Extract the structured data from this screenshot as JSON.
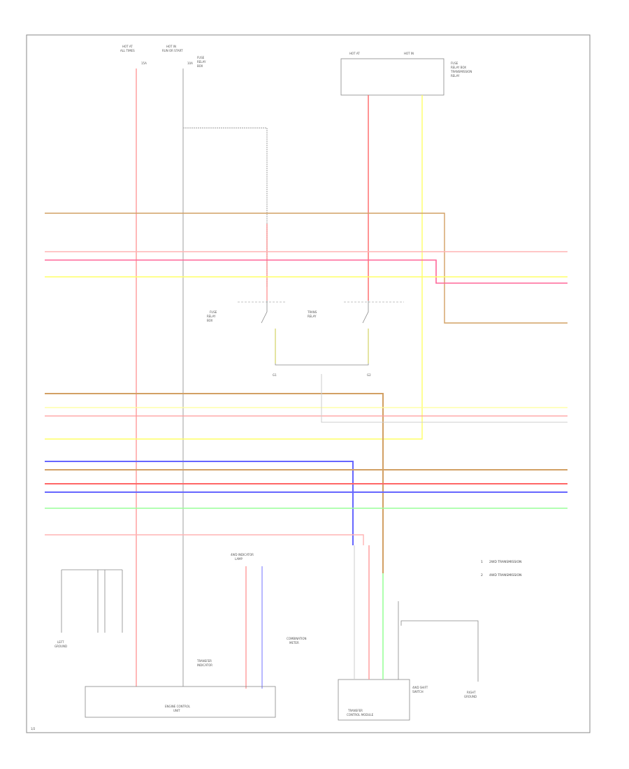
{
  "legend": [
    {
      "marker": "1",
      "text": "2WD TRANSMISSION"
    },
    {
      "marker": "2",
      "text": "4WD TRANSMISSION"
    }
  ],
  "components": {
    "hot_feed_left": "HOT AT ALL TIMES",
    "hot_feed_right": "HOT IN RUN OR START",
    "relay_box_left": "FUSE RELAY BOX",
    "relay_box_right": "TRANSMISSION RELAY",
    "four_wd_indicator": "4WD INDICATOR LAMP",
    "combination_meter": "COMBINATION METER",
    "transfer_indicator": "TRANSFER INDICATOR",
    "left_ground": "LEFT GROUND",
    "right_ground": "RIGHT GROUND",
    "engine_control_unit": "ENGINE CONTROL UNIT",
    "transfer_module": "TRANSFER CONTROL MODULE",
    "shift_switch": "4WD SHIFT SWITCH"
  },
  "footer_code": "1/2"
}
